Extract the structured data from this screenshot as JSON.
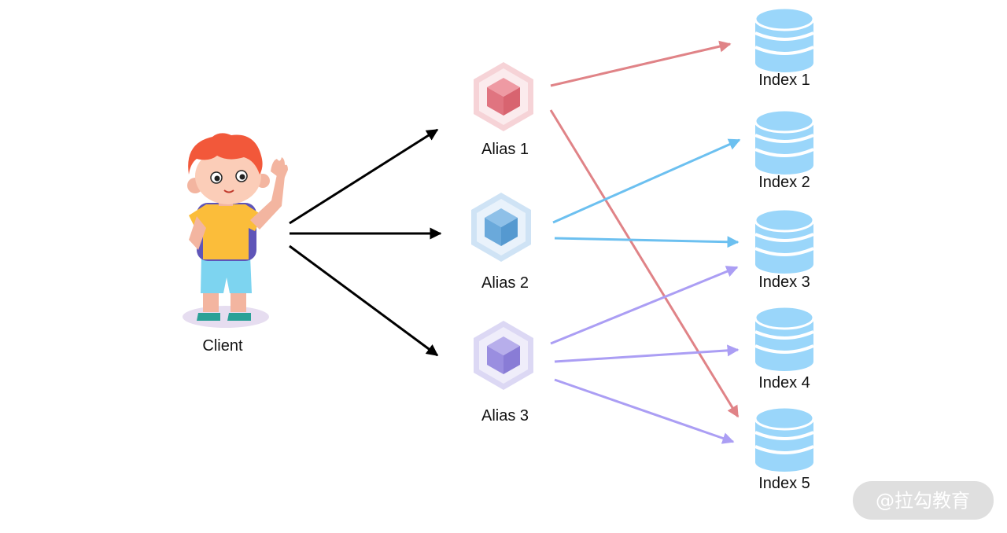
{
  "client": {
    "label": "Client"
  },
  "aliases": [
    {
      "label": "Alias 1",
      "color": "#e07480",
      "light": "#f4cdd2"
    },
    {
      "label": "Alias 2",
      "color": "#6aa9db",
      "light": "#cfe3f5"
    },
    {
      "label": "Alias 3",
      "color": "#9a8ee0",
      "light": "#dcd8f4"
    }
  ],
  "indices": [
    {
      "label": "Index 1"
    },
    {
      "label": "Index 2"
    },
    {
      "label": "Index 3"
    },
    {
      "label": "Index 4"
    },
    {
      "label": "Index 5"
    }
  ],
  "colors": {
    "client_arrows": "#000000",
    "alias1_arrows": "#e08387",
    "alias2_arrows": "#6cc0f0",
    "alias3_arrows": "#ab9ef4",
    "database": "#9ad6fa"
  },
  "watermark": {
    "text": "@拉勾教育"
  }
}
